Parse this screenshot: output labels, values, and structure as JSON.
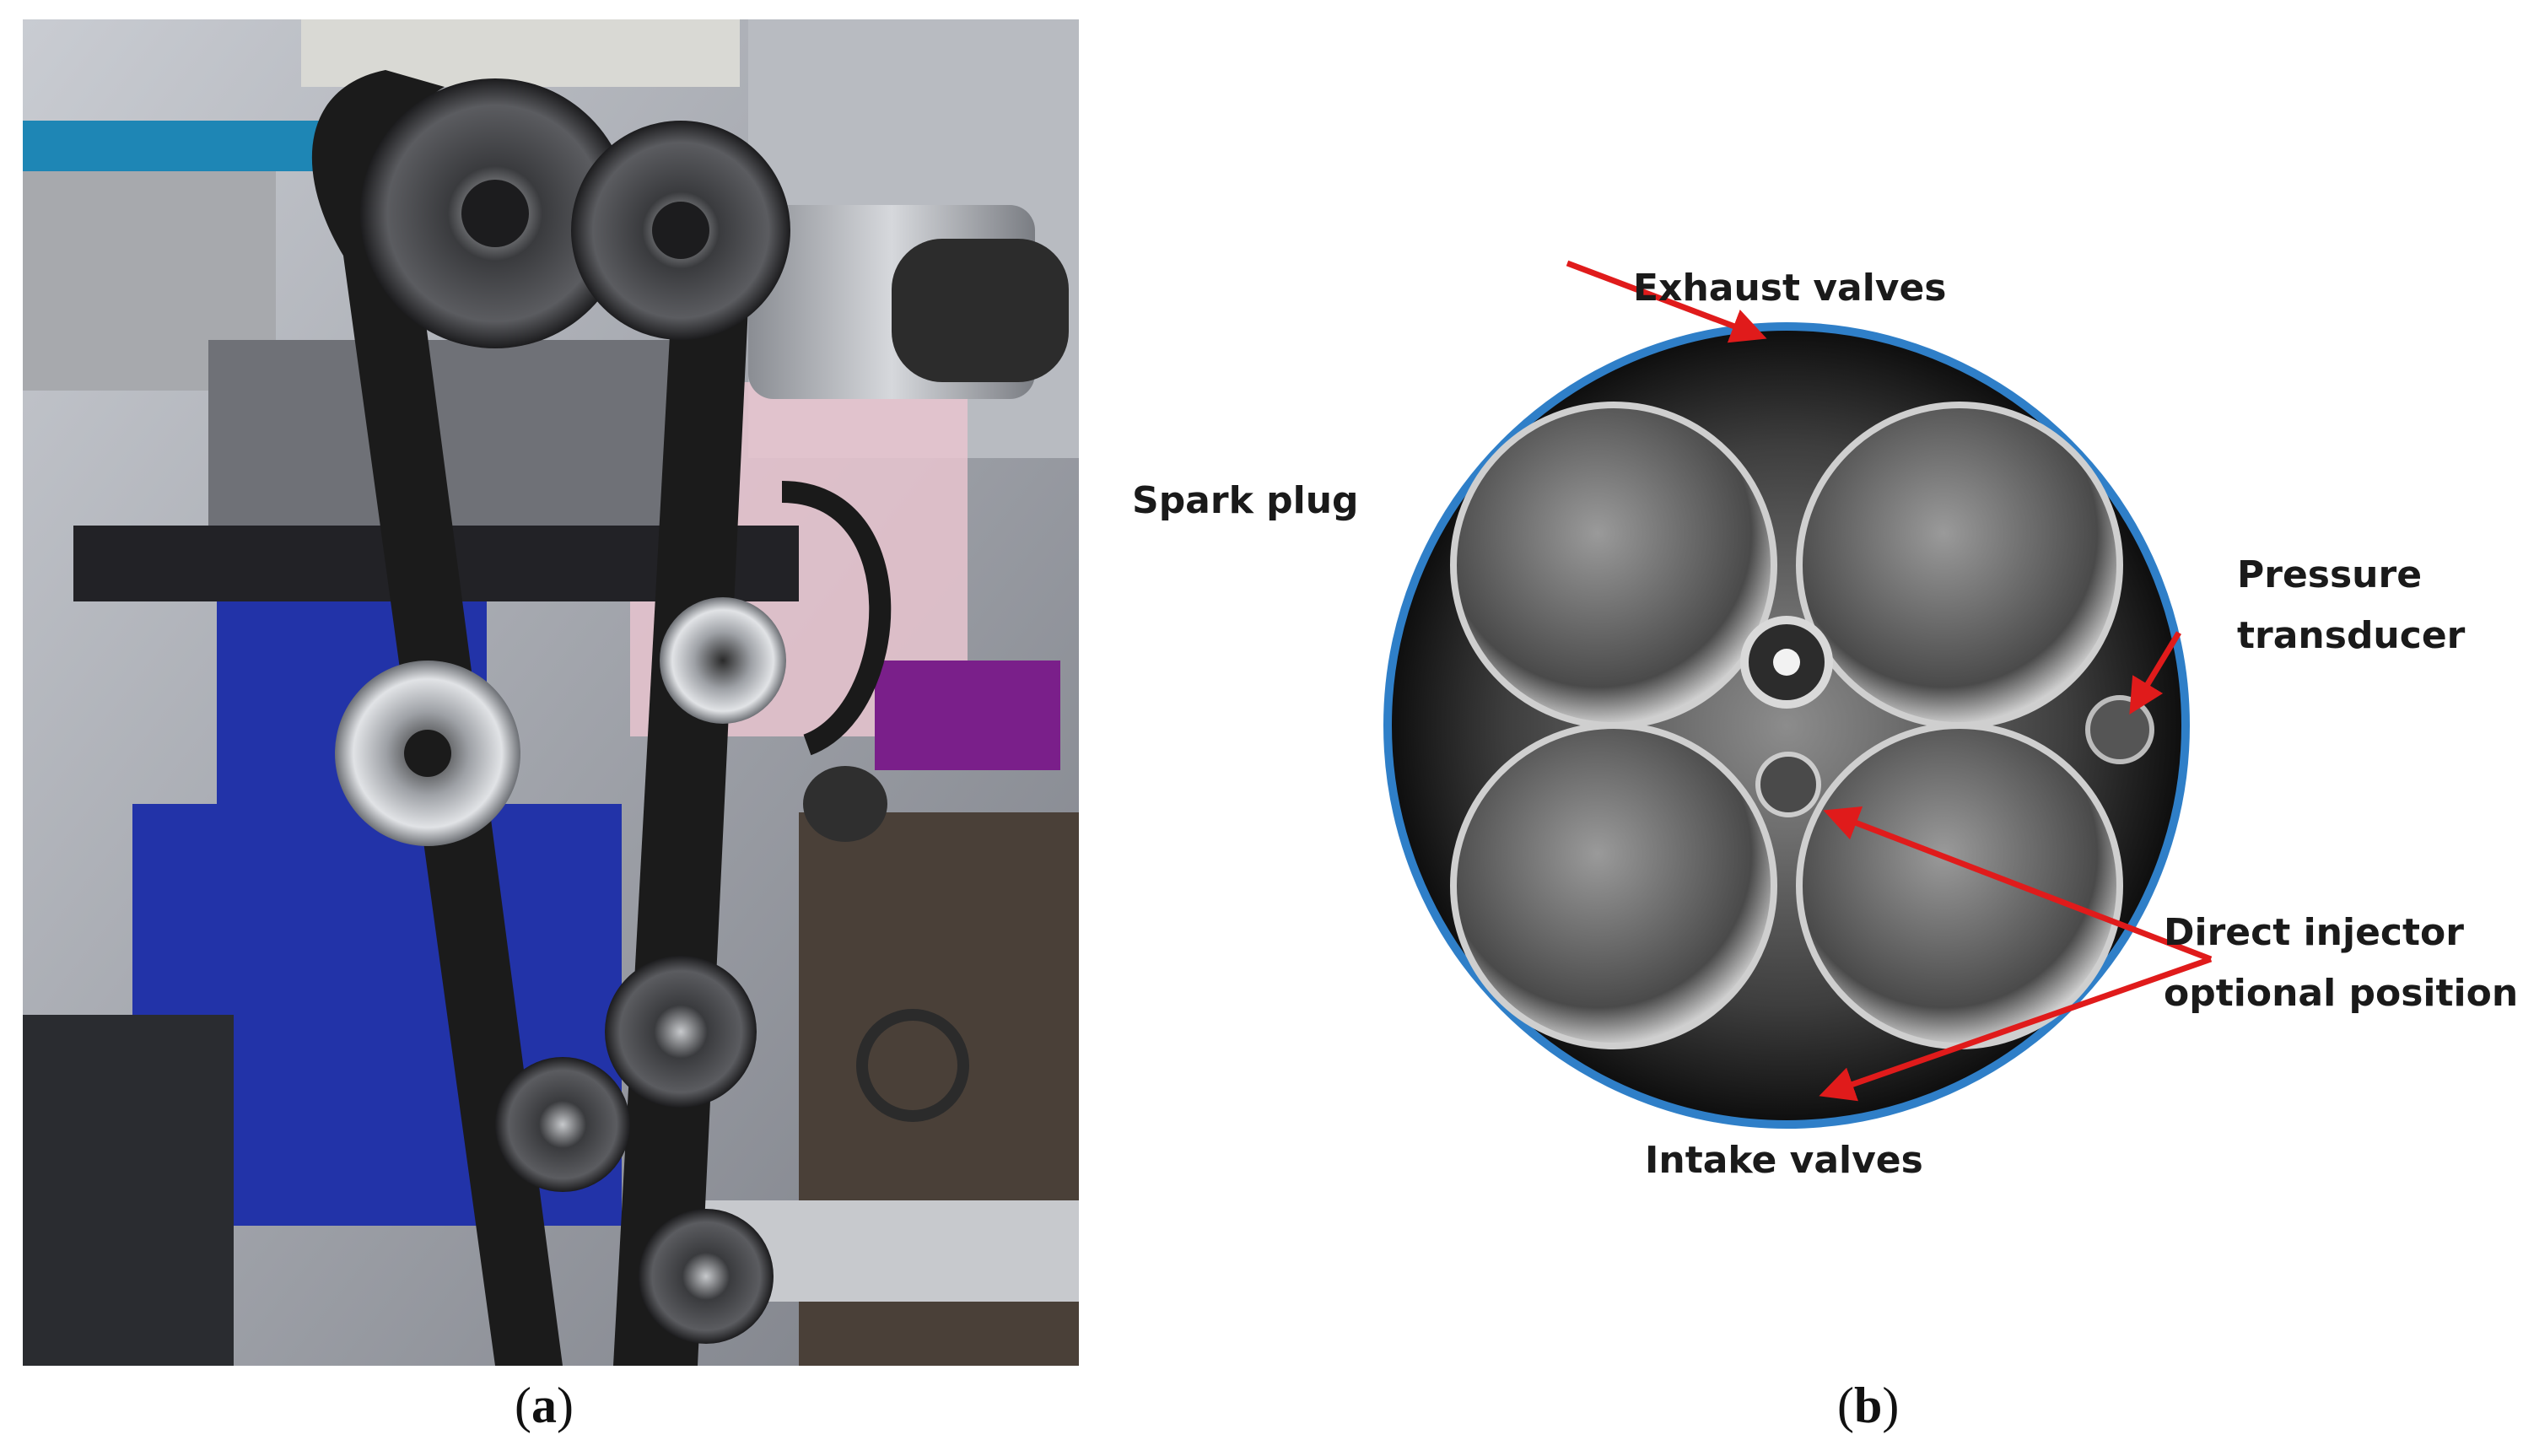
{
  "figure": {
    "panels": [
      {
        "id": "a",
        "caption": {
          "open": "(",
          "letter": "a",
          "close": ")"
        },
        "content": "photograph of optical engine with timing belt, pulleys and camera"
      },
      {
        "id": "b",
        "caption": {
          "open": "(",
          "letter": "b",
          "close": ")"
        },
        "labels": {
          "exhaust": "Exhaust valves",
          "spark": "Spark plug",
          "pressure_line1": "Pressure",
          "pressure_line2": "transducer",
          "injector_line1": "Direct injector",
          "injector_line2": "optional position",
          "intake": "Intake valves"
        }
      }
    ]
  },
  "colors": {
    "arrow": "#e01b1b",
    "bore_rim": "#2f7fc8",
    "engine_blue": "#2233a8",
    "belt": "#1b1b1b"
  }
}
